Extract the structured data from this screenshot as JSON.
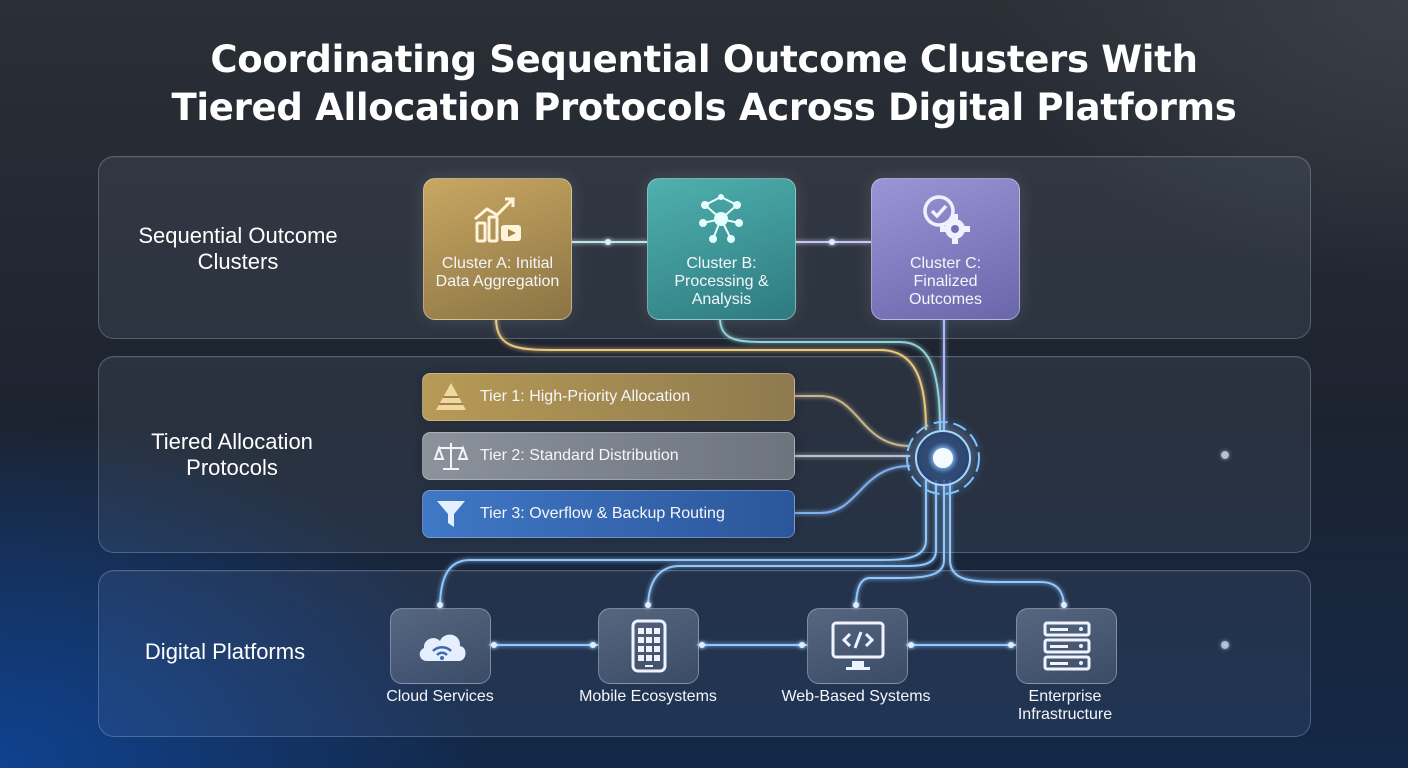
{
  "title": {
    "line1": "Coordinating Sequential Outcome Clusters With",
    "line2": "Tiered Allocation Protocols Across Digital Platforms"
  },
  "rows": {
    "clusters_label": "Sequential Outcome Clusters",
    "tiers_label": "Tiered Allocation Protocols",
    "platforms_label": "Digital Platforms"
  },
  "clusters": [
    {
      "label": "Cluster A: Initial Data Aggregation",
      "icon": "growth-chart-icon",
      "color": "#c9a762"
    },
    {
      "label": "Cluster B: Processing & Analysis",
      "icon": "network-nodes-icon",
      "color": "#4fb1ae"
    },
    {
      "label": "Cluster C: Finalized Outcomes",
      "icon": "check-gear-icon",
      "color": "#9a95d6"
    }
  ],
  "tiers": [
    {
      "label": "Tier 1: High-Priority Allocation",
      "icon": "pyramid-icon",
      "color": "#b89a56"
    },
    {
      "label": "Tier 2: Standard Distribution",
      "icon": "scales-icon",
      "color": "#8b929c"
    },
    {
      "label": "Tier 3: Overflow & Backup Routing",
      "icon": "funnel-icon",
      "color": "#3f78c6"
    }
  ],
  "platforms": [
    {
      "label": "Cloud Services",
      "icon": "cloud-wifi-icon"
    },
    {
      "label": "Mobile Ecosystems",
      "icon": "mobile-grid-icon"
    },
    {
      "label": "Web-Based Systems",
      "icon": "code-monitor-icon"
    },
    {
      "label": "Enterprise Infrastructure",
      "icon": "server-rack-icon"
    }
  ],
  "hub": {
    "icon": "central-hub-icon",
    "color": "#7fc4ff"
  },
  "colors": {
    "wire": "#8fc8ff",
    "accent_gold": "#e9c77d"
  }
}
